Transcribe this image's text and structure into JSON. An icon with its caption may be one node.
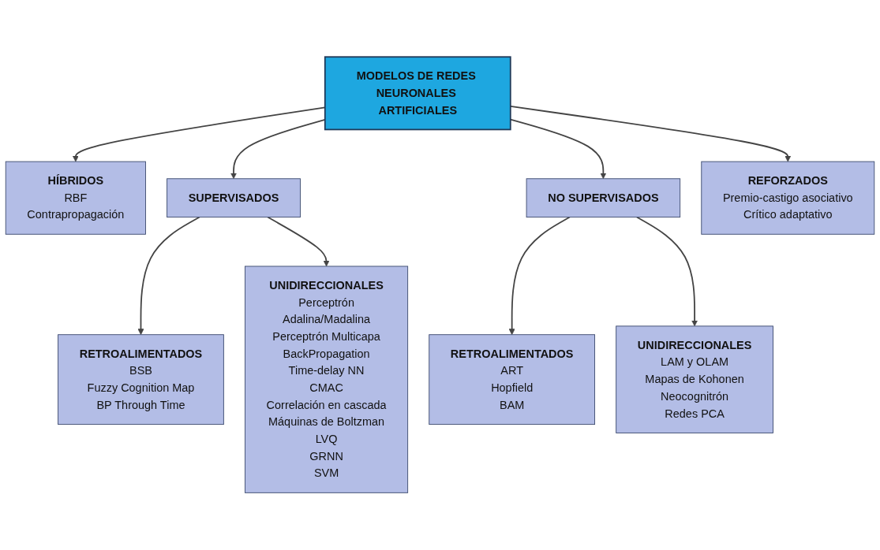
{
  "diagram": {
    "nodes": [
      {
        "text": [
          "MODELOS DE REDES NEURONALES ARTIFICIALES"
        ]
      },
      {
        "text": [
          "HÍBRIDOS",
          "RBF",
          "Contrapropagación"
        ]
      },
      {
        "text": [
          "SUPERVISADOS"
        ]
      },
      {
        "text": [
          "NO SUPERVISADOS"
        ]
      },
      {
        "text": [
          "REFORZADOS",
          "Premio-castigo asociativo",
          "Crítico adaptativo"
        ]
      },
      {
        "text": [
          "RETROALIMENTADOS",
          "BSB",
          "Fuzzy Cognition Map",
          "BP Through Time"
        ]
      },
      {
        "text": [
          "UNIDIRECCIONALES",
          "Perceptrón",
          "Adalina/Madalina",
          "Perceptrón Multicapa",
          "BackPropagation",
          "Time-delay NN",
          "CMAC",
          "Correlación en cascada",
          "Máquinas de Boltzman",
          "LVQ",
          "GRNN",
          "SVM"
        ]
      },
      {
        "text": [
          "RETROALIMENTADOS",
          "ART",
          "Hopfield",
          "BAM"
        ]
      },
      {
        "text": [
          "UNIDIRECCIONALES",
          "LAM y OLAM",
          "Mapas de Kohonen",
          "Neocognitrón",
          "Redes PCA"
        ]
      }
    ],
    "edges": [
      {
        "from": 0,
        "to": 1,
        "arrow": "to"
      },
      {
        "from": 0,
        "to": 2,
        "arrow": "to"
      },
      {
        "from": 0,
        "to": 3,
        "arrow": "to"
      },
      {
        "from": 0,
        "to": 4,
        "arrow": "to"
      },
      {
        "from": 2,
        "to": 5,
        "arrow": "to"
      },
      {
        "from": 2,
        "to": 6,
        "arrow": "to"
      },
      {
        "from": 3,
        "to": 7,
        "arrow": "to"
      },
      {
        "from": 3,
        "to": 8,
        "arrow": "to"
      }
    ]
  }
}
